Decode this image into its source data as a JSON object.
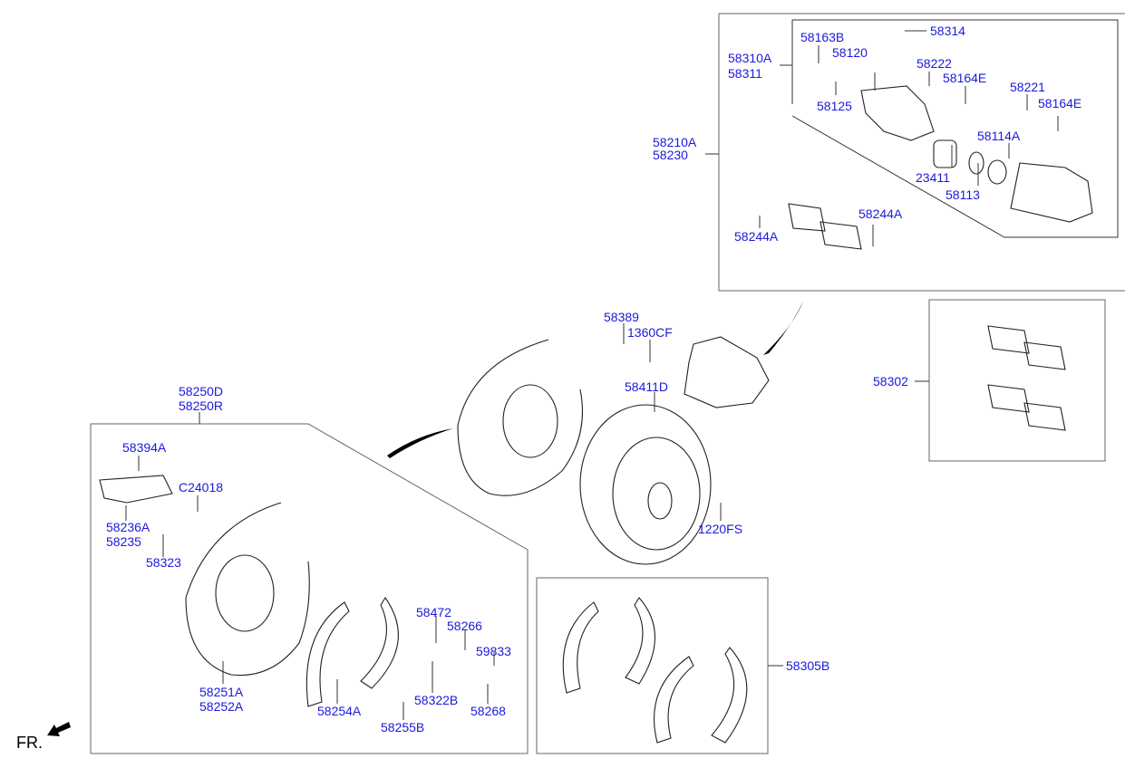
{
  "diagram": {
    "orientation_label": "FR.",
    "colors": {
      "label": "#1a1adc",
      "line": "#222222",
      "box": "#555555"
    },
    "callouts": [
      {
        "id": "58314",
        "text": "58314"
      },
      {
        "id": "58163B",
        "text": "58163B"
      },
      {
        "id": "58120",
        "text": "58120"
      },
      {
        "id": "58310A",
        "text": "58310A"
      },
      {
        "id": "58311",
        "text": "58311"
      },
      {
        "id": "58222",
        "text": "58222"
      },
      {
        "id": "58164E_a",
        "text": "58164E"
      },
      {
        "id": "58221",
        "text": "58221"
      },
      {
        "id": "58164E_b",
        "text": "58164E"
      },
      {
        "id": "58125",
        "text": "58125"
      },
      {
        "id": "58210A",
        "text": "58210A"
      },
      {
        "id": "58230",
        "text": "58230"
      },
      {
        "id": "58114A",
        "text": "58114A"
      },
      {
        "id": "23411",
        "text": "23411"
      },
      {
        "id": "58113",
        "text": "58113"
      },
      {
        "id": "58244A_a",
        "text": "58244A"
      },
      {
        "id": "58244A_b",
        "text": "58244A"
      },
      {
        "id": "58389",
        "text": "58389"
      },
      {
        "id": "1360CF",
        "text": "1360CF"
      },
      {
        "id": "58411D",
        "text": "58411D"
      },
      {
        "id": "1220FS",
        "text": "1220FS"
      },
      {
        "id": "58302",
        "text": "58302"
      },
      {
        "id": "58250D",
        "text": "58250D"
      },
      {
        "id": "58250R",
        "text": "58250R"
      },
      {
        "id": "58394A",
        "text": "58394A"
      },
      {
        "id": "C24018",
        "text": "C24018"
      },
      {
        "id": "58236A",
        "text": "58236A"
      },
      {
        "id": "58235",
        "text": "58235"
      },
      {
        "id": "58323",
        "text": "58323"
      },
      {
        "id": "58251A",
        "text": "58251A"
      },
      {
        "id": "58252A",
        "text": "58252A"
      },
      {
        "id": "58472",
        "text": "58472"
      },
      {
        "id": "58266",
        "text": "58266"
      },
      {
        "id": "59833",
        "text": "59833"
      },
      {
        "id": "58322B",
        "text": "58322B"
      },
      {
        "id": "58268",
        "text": "58268"
      },
      {
        "id": "58254A",
        "text": "58254A"
      },
      {
        "id": "58255B",
        "text": "58255B"
      },
      {
        "id": "58305B",
        "text": "58305B"
      }
    ]
  }
}
